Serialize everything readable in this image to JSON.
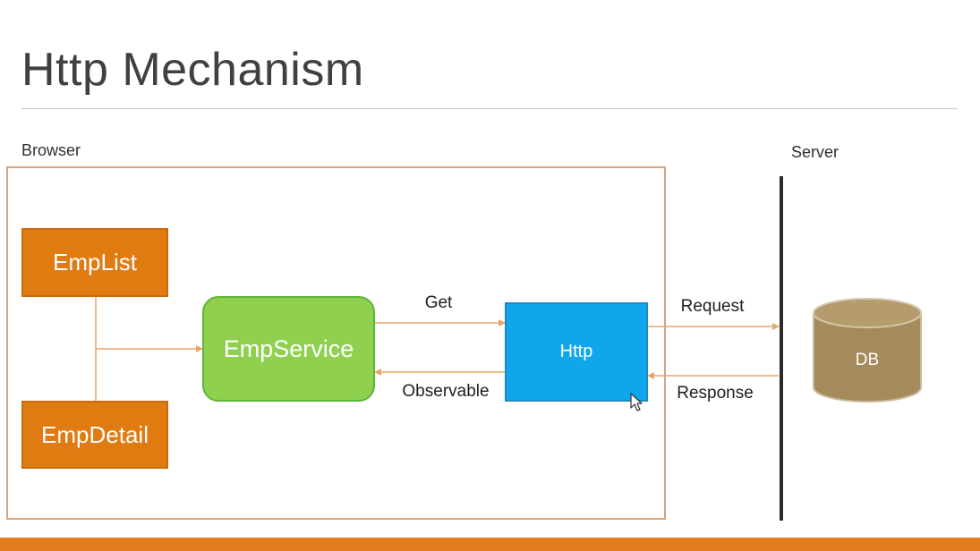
{
  "title": "Http Mechanism",
  "regions": {
    "browser_label": "Browser",
    "server_label": "Server"
  },
  "nodes": {
    "emplist": "EmpList",
    "empdetail": "EmpDetail",
    "empservice": "EmpService",
    "http": "Http",
    "db": "DB"
  },
  "edges": {
    "get": "Get",
    "observable": "Observable",
    "request": "Request",
    "response": "Response"
  },
  "colors": {
    "component_orange": "#e07b12",
    "service_green": "#8fd14f",
    "http_blue": "#0fa6ec",
    "db_brown": "#a58b5c",
    "arrow_orange": "#e6a66a",
    "accent_bar": "#e27a1e"
  }
}
